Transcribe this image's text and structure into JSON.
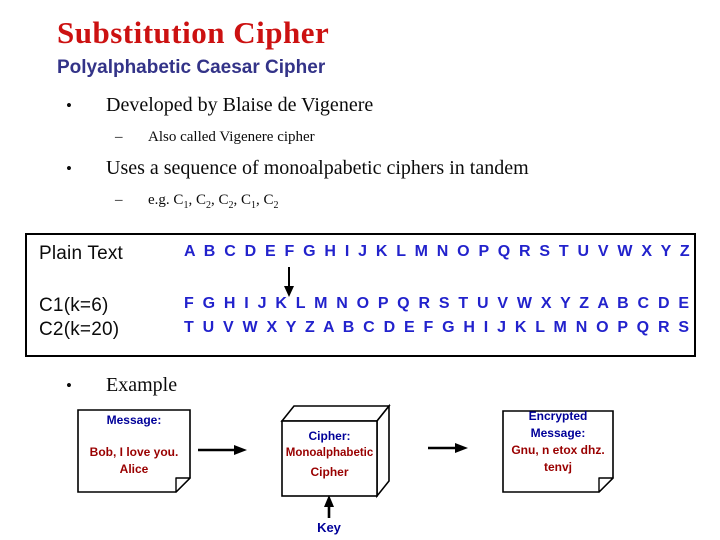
{
  "header": {
    "title": "Substitution Cipher",
    "subtitle": "Polyalphabetic Caesar Cipher"
  },
  "glyphs": {
    "bullet": "•",
    "dash": "–"
  },
  "bullets": {
    "b1": "Developed by Blaise de Vigenere",
    "b1_sub": "Also called Vigenere cipher",
    "b2": "Uses a sequence of monoalpabetic ciphers in tandem",
    "b3": "Example",
    "eg": {
      "prefix": "e.g. ",
      "items": [
        {
          "base": "C",
          "sub": "1",
          "sep": ", "
        },
        {
          "base": "C",
          "sub": "2",
          "sep": ", "
        },
        {
          "base": "C",
          "sub": "2",
          "sep": ", "
        },
        {
          "base": "C",
          "sub": "1",
          "sep": ", "
        },
        {
          "base": "C",
          "sub": "2",
          "sep": ""
        }
      ]
    }
  },
  "cipher_table": {
    "rows": [
      {
        "label": "Plain Text",
        "letters": "A B C D E F G H I J K L M N O P Q R S T U V W X Y Z"
      },
      {
        "label": "C1(k=6)",
        "letters": "F G H I J K L M N O P Q R S T U V W X Y Z A B C D E"
      },
      {
        "label": "C2(k=20)",
        "letters": "T U V W X Y Z A B C D E F G H I J K L M N O P Q R S"
      }
    ]
  },
  "diagram": {
    "message_box": {
      "title": "Message:",
      "line1": "Bob, I love you.",
      "line2": "Alice"
    },
    "cipher_box": {
      "title": "Cipher:",
      "line1": "Monoalphabetic",
      "line2": "Cipher"
    },
    "encrypted_box": {
      "title1": "Encrypted",
      "title2": "Message:",
      "line1": "Gnu, n etox dhz.",
      "line2": "tenvj"
    },
    "key_label": "Key"
  },
  "colors": {
    "title_red": "#cc1111",
    "subtitle_navy": "#333388",
    "alphabet_blue": "#2222cc",
    "label_blue": "#000099",
    "value_red": "#990000"
  }
}
